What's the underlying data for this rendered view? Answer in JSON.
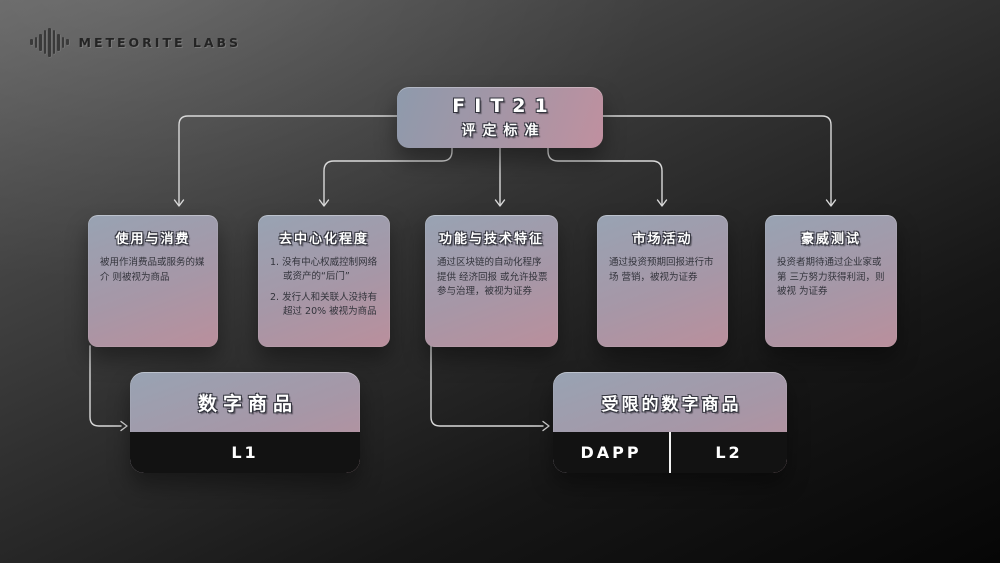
{
  "brand": {
    "name": "METEORITE LABS",
    "icon": "waveform-icon"
  },
  "colors": {
    "background_top": "#5f5f5f",
    "background_bottom": "#060606",
    "card_gradient_start": "#98a3b3",
    "card_gradient_end": "#ba8f9c",
    "connector": "#d9d9d9",
    "title_text": "#ffffff",
    "title_outline": "#34353f",
    "body_text": "#33343c",
    "panel_black": "#121212"
  },
  "root_node": {
    "line1": "FIT21",
    "line2": "评定标准"
  },
  "criteria": [
    {
      "title": "使用与消费",
      "body": "被用作消费品或服务的媒介 则被视为商品"
    },
    {
      "title": "去中心化程度",
      "items": [
        "1. 没有中心权威控制网络或资产的“后门”",
        "2. 发行人和关联人没持有超过 20% 被视为商品"
      ]
    },
    {
      "title": "功能与技术特征",
      "body": "通过区块链的自动化程序提供 经济回报 或允许投票参与治理，被视为证券"
    },
    {
      "title": "市场活动",
      "body": "通过投资预期回报进行市场 营销，被视为证券"
    },
    {
      "title": "豪威测试",
      "body": "投资者期待通过企业家或第 三方努力获得利润，则被视 为证券"
    }
  ],
  "outcomes": [
    {
      "title": "数字商品",
      "levels": [
        "L1"
      ]
    },
    {
      "title": "受限的数字商品",
      "levels": [
        "DAPP",
        "L2"
      ]
    }
  ]
}
